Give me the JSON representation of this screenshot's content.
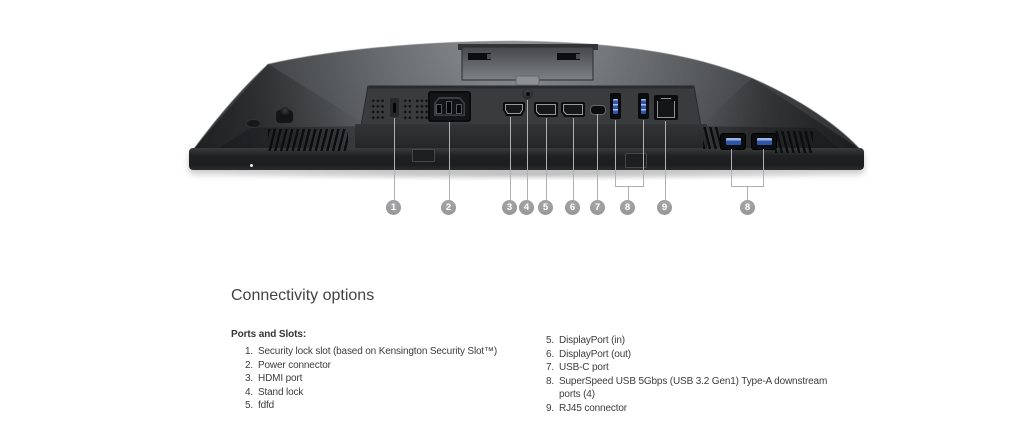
{
  "section": {
    "title": "Connectivity options",
    "ports_label": "Ports and Slots:",
    "left_items": [
      {
        "num": "1.",
        "text": "Security lock slot (based on Kensington Security Slot™)"
      },
      {
        "num": "2.",
        "text": "Power connector"
      },
      {
        "num": "3.",
        "text": "HDMI port"
      },
      {
        "num": "4.",
        "text": "Stand lock"
      },
      {
        "num": "5.",
        "text": "fdfd"
      }
    ],
    "right_items": [
      {
        "num": "5.",
        "text": "DisplayPort (in)"
      },
      {
        "num": "6.",
        "text": "DisplayPort (out)"
      },
      {
        "num": "7.",
        "text": "USB-C port"
      },
      {
        "num": "8.",
        "text": "SuperSpeed USB 5Gbps (USB 3.2 Gen1) Type-A downstream ports (4)"
      },
      {
        "num": "9.",
        "text": "RJ45 connector"
      }
    ]
  },
  "diagram": {
    "callouts": [
      "1",
      "2",
      "3",
      "4",
      "5",
      "6",
      "7",
      "8",
      "9",
      "8"
    ],
    "ports": [
      "kensington-lock-slot",
      "power-connector",
      "hdmi-port",
      "stand-lock-screw",
      "displayport-in",
      "displayport-out",
      "usb-c-port",
      "usb-a-downstream-1",
      "usb-a-downstream-2",
      "rj45-connector",
      "usb-a-side-1",
      "usb-a-side-2"
    ],
    "colors": {
      "usb_blue": "#2e55a8",
      "callout_circle": "#9b9c9d",
      "callout_line": "#aeb0b1",
      "monitor_dark": "#2a2b2c"
    }
  }
}
